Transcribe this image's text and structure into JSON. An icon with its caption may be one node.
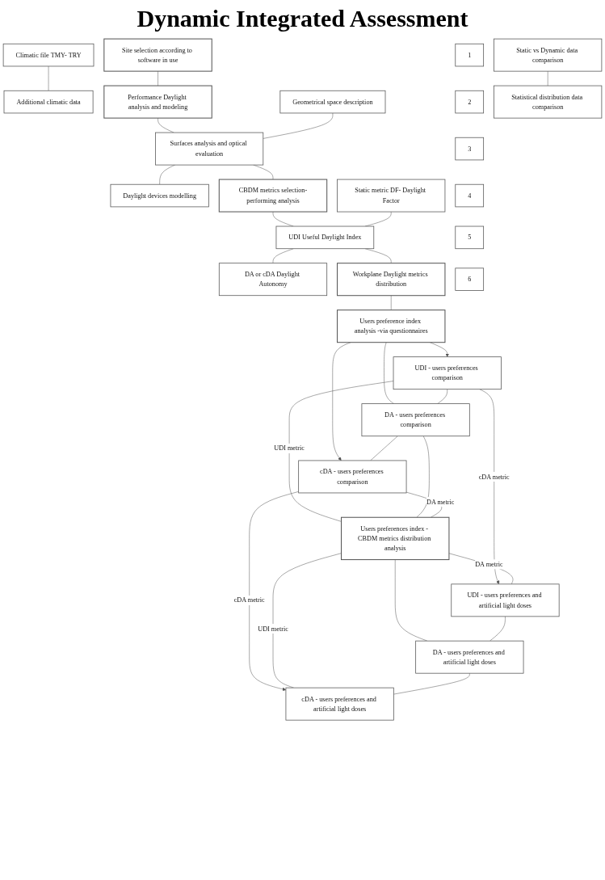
{
  "diagram": {
    "title": "Dynamic Integrated Assessment",
    "nodes": [
      {
        "text": [
          "1"
        ]
      },
      {
        "text": [
          "Site selection according to software in use"
        ]
      },
      {
        "text": [
          "Climatic file TMY- TRY"
        ]
      },
      {
        "text": [
          "Additional climatic data"
        ]
      },
      {
        "text": [
          "2"
        ]
      },
      {
        "text": [
          "Performance Daylight analysis and modeling"
        ]
      },
      {
        "text": [
          "Geometrical space description"
        ]
      },
      {
        "text": [
          "Surfaces analysis and optical evaluation"
        ]
      },
      {
        "text": [
          "Daylight devices modelling"
        ]
      },
      {
        "text": [
          "3"
        ]
      },
      {
        "text": [
          "CBDM metrics selection-performing analysis"
        ]
      },
      {
        "text": [
          "Static metric DF- Daylight Factor"
        ]
      },
      {
        "text": [
          "UDI Useful Daylight Index"
        ]
      },
      {
        "text": [
          "DA or cDA Daylight Autonomy"
        ]
      },
      {
        "text": [
          "4"
        ]
      },
      {
        "text": [
          "Workplane Daylight metrics distribution"
        ]
      },
      {
        "text": [
          "Static vs Dynamic data comparison"
        ]
      },
      {
        "text": [
          "Statistical distribution data comparison"
        ]
      },
      {
        "text": [
          "5"
        ]
      },
      {
        "text": [
          "Users preference index analysis -via questionnaires"
        ]
      },
      {
        "text": [
          "UDI - users preferences comparison"
        ]
      },
      {
        "text": [
          "DA - users preferences comparison"
        ]
      },
      {
        "text": [
          "cDA - users preferences comparison"
        ]
      },
      {
        "text": [
          "6"
        ]
      },
      {
        "text": [
          "Users preferences index - CBDM metrics distribution analysis"
        ]
      },
      {
        "text": [
          "UDI - users preferences and artificial light doses"
        ]
      },
      {
        "text": [
          "DA - users preferences and artificial light doses"
        ]
      },
      {
        "text": [
          "cDA - users preferences and artificial light doses"
        ]
      }
    ],
    "edges": [
      {
        "from": 1,
        "to": 5,
        "arrow": "none"
      },
      {
        "from": 2,
        "to": 3,
        "arrow": "none"
      },
      {
        "from": 5,
        "to": 7,
        "arrow": "none"
      },
      {
        "from": 6,
        "to": 7,
        "arrow": "none"
      },
      {
        "from": 7,
        "to": 8,
        "arrow": "none"
      },
      {
        "from": 7,
        "to": 10,
        "arrow": "none"
      },
      {
        "from": 10,
        "to": 12,
        "arrow": "none"
      },
      {
        "from": 11,
        "to": 12,
        "arrow": "none"
      },
      {
        "from": 12,
        "to": 13,
        "arrow": "none"
      },
      {
        "from": 12,
        "to": 15,
        "arrow": "none"
      },
      {
        "from": 15,
        "to": 19,
        "arrow": "none"
      },
      {
        "from": 16,
        "to": 17,
        "arrow": "none"
      },
      {
        "from": 19,
        "to": 20,
        "arrow": "to"
      },
      {
        "from": 19,
        "to": 21,
        "arrow": "none"
      },
      {
        "from": 19,
        "to": 22,
        "arrow": "to"
      },
      {
        "from": 20,
        "to": 21,
        "arrow": "none"
      },
      {
        "from": 21,
        "to": 22,
        "arrow": "none"
      },
      {
        "from": 20,
        "to": 24,
        "label": "UDI metric",
        "arrow": "none"
      },
      {
        "from": 21,
        "to": 24,
        "arrow": "none"
      },
      {
        "from": 22,
        "to": 24,
        "label": "DA metric",
        "arrow": "none"
      },
      {
        "from": 20,
        "to": 25,
        "label": "cDA metric",
        "arrow": "to"
      },
      {
        "from": 22,
        "to": 27,
        "label": "cDA metric",
        "arrow": "to"
      },
      {
        "from": 24,
        "to": 25,
        "label": "DA metric",
        "arrow": "none"
      },
      {
        "from": 24,
        "to": 26,
        "arrow": "none"
      },
      {
        "from": 24,
        "to": 27,
        "label": "UDI metric",
        "arrow": "none"
      },
      {
        "from": 25,
        "to": 26,
        "arrow": "none"
      },
      {
        "from": 26,
        "to": 27,
        "arrow": "none"
      }
    ]
  }
}
